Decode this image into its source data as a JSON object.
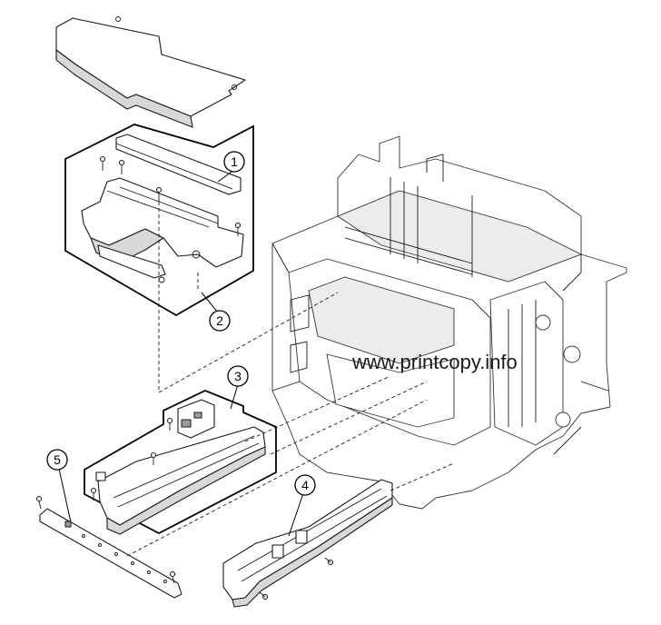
{
  "watermark": "www.printcopy.info",
  "callouts": [
    {
      "id": "1",
      "label": "1"
    },
    {
      "id": "2",
      "label": "2"
    },
    {
      "id": "3",
      "label": "3"
    },
    {
      "id": "4",
      "label": "4"
    },
    {
      "id": "5",
      "label": "5"
    }
  ],
  "colors": {
    "line": "#1a1a1a",
    "part_fill": "#ffffff",
    "shade_fill": "#d8d8d8"
  }
}
